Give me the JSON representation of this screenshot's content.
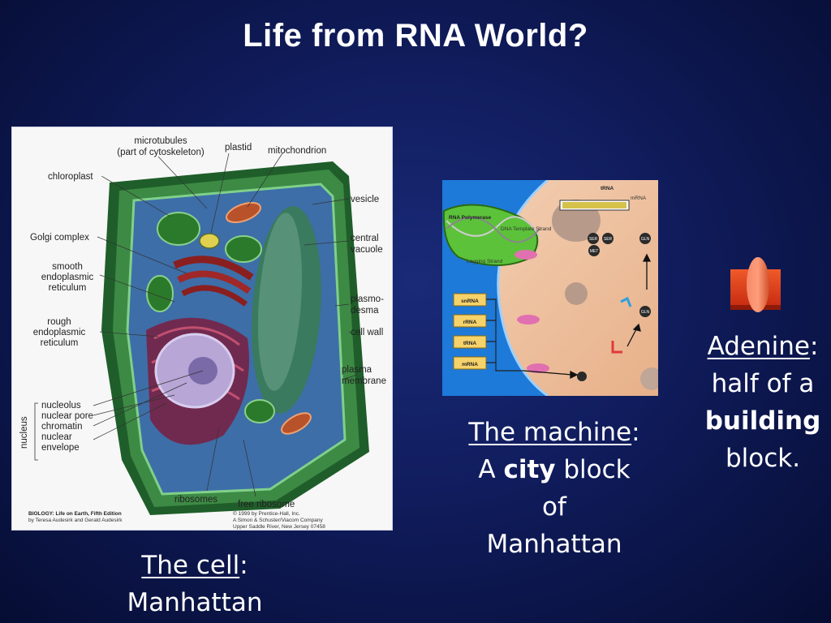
{
  "title": "Life from RNA World?",
  "colors": {
    "background": "#101c5c",
    "text": "#ffffff",
    "cytoplasm": "#3d6ea8",
    "cell_wall": "#2f7a3a",
    "golgi": "#8a1f1f",
    "nucleus": "#b7a6d6",
    "adenine_block": "#e2401f"
  },
  "cell_diagram": {
    "labels": {
      "microtubules_1": "microtubules",
      "microtubules_2": "(part of cytoskeleton)",
      "plastid": "plastid",
      "mitochondrion": "mitochondrion",
      "chloroplast": "chloroplast",
      "vesicle": "vesicle",
      "golgi": "Golgi complex",
      "central_vacuole_1": "central",
      "central_vacuole_2": "vacuole",
      "smooth_er_1": "smooth",
      "smooth_er_2": "endoplasmic",
      "smooth_er_3": "reticulum",
      "plasmodesma_1": "plasmo-",
      "plasmodesma_2": "desma",
      "rough_er_1": "rough",
      "rough_er_2": "endoplasmic",
      "rough_er_3": "reticulum",
      "cell_wall": "cell wall",
      "plasma_membrane_1": "plasma",
      "plasma_membrane_2": "membrane",
      "nucleolus": "nucleolus",
      "nuclear_pore": "nuclear pore",
      "chromatin": "chromatin",
      "nuclear_envelope_1": "nuclear",
      "nuclear_envelope_2": "envelope",
      "nucleus": "nucleus",
      "ribosomes": "ribosomes",
      "free_ribosome": "free ribosome"
    },
    "credit_left_1": "BIOLOGY: Life on Earth, Fifth Edition",
    "credit_left_2": "by Teresa Audesirk and Gerald Audesirk",
    "credit_right_1": "© 1999 by Prentice-Hall, Inc.",
    "credit_right_2": "A Simon & Schuster/Viacom Company",
    "credit_right_3": "Upper Saddle River, New Jersey 07458"
  },
  "machine_diagram": {
    "rna_labels": [
      "snRNA",
      "rRNA",
      "tRNA",
      "mRNA"
    ],
    "rna_polymerase": "RNA Polymerase",
    "dna_template": "DNA Template Strand",
    "lagging_strand": "Lagging Strand",
    "trna": "tRNA",
    "mrna": "mRNA",
    "amino_acids": [
      "SER",
      "SER",
      "MET",
      "GLN",
      "GLN"
    ]
  },
  "captions": {
    "cell": {
      "term": "The cell",
      "colon": ":",
      "rest": "Manhattan"
    },
    "machine": {
      "term": "The machine",
      "colon": ":",
      "line2_pre": "A ",
      "line2_bold": "city",
      "line2_post": " block",
      "line3": "of",
      "line4": "Manhattan"
    },
    "adenine": {
      "term": "Adenine",
      "colon": ":",
      "line2": "half of a",
      "line3_bold": "building",
      "line4": "block."
    }
  }
}
